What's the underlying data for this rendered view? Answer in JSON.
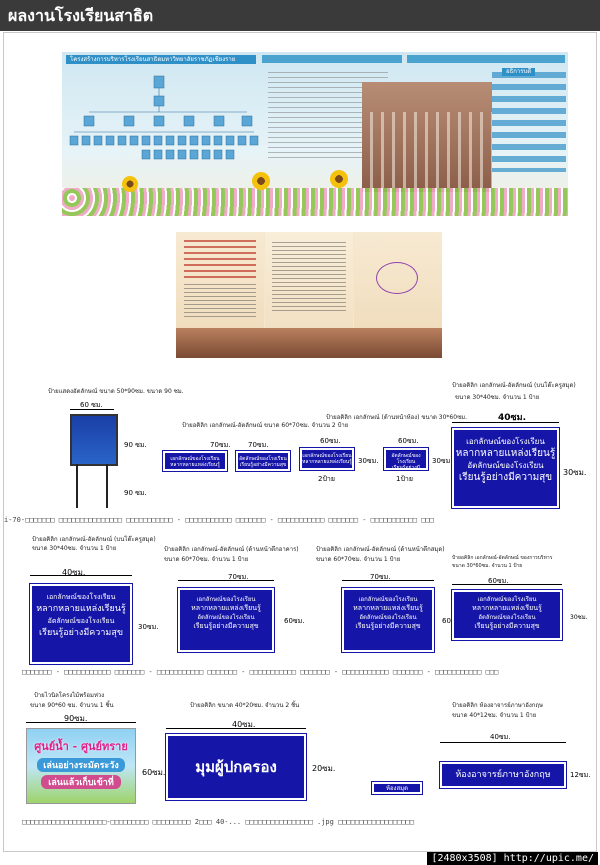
{
  "header": {
    "title": "ผลงานโรงเรียนสาธิต"
  },
  "poster": {
    "left_title": "โครงสร้างการบริหารโรงเรียนสาธิตมหาวิทยาลัยราชภัฏเชียงราย",
    "right_label": "อธิการบดี"
  },
  "sign_big": {
    "caption": "ป้ายอคิลิก เอกลักษณ์-อัตลักษณ์ (บนโต๊ะครูสมุด)",
    "size": "ขนาด 30*40ซม. จำนวน 1 ป้าย",
    "width": "40ซม.",
    "height": "30ซม.",
    "line1": "เอกลักษณ์ของโรงเรียน",
    "line2": "หลากหลายแหล่งเรียนรู้",
    "line3": "อัตลักษณ์ของโรงเรียน",
    "line4": "เรียนรู้อย่างมีความสุข"
  },
  "stand": {
    "caption": "ป้ายแสดงอัตลักษณ์ ขนาด 50*90ซม. ขนาด 90 ซม.",
    "w": "60 ซม.",
    "h1": "90 ซม.",
    "h2": "90 ซม."
  },
  "small_row": {
    "s1_w": "70ซม.",
    "s2_w": "70ซม.",
    "s3_w": "60ซม.",
    "s4_w": "60ซม.",
    "s3_h": "30ซม.",
    "s4_h": "30ซม.",
    "count": "2ป้าย",
    "count2": "1ป้าย"
  },
  "garble1": "i-70-□□□□□□□ □□□□□□□□□□□□□□□ □□□□□□□□□□□ - □□□□□□□□□□□ □□□□□□□ - □□□□□□□□□□□ □□□□□□□ - □□□□□□□□□□□ □□□",
  "row3": {
    "s1_caption": "ป้ายอคิลิก เอกลักษณ์-อัตลักษณ์ (บนโต๊ะครูสมุด)",
    "s1_size": "ขนาด 30*40ซม. จำนวน 1 ป้าย",
    "s1_w": "40ซม.",
    "s1_h": "30ซม.",
    "s2_caption": "ป้ายอคิลิก เอกลักษณ์-อัตลักษณ์ (ด้านหน้าตึกอาคาร)",
    "s2_size": "ขนาด 60*70ซม. จำนวน 1 ป้าย",
    "s2_w": "70ซม.",
    "s2_h": "60ซม.",
    "s3_caption": "ป้ายอคิลิก เอกลักษณ์-อัตลักษณ์ (ด้านหน้าตึกสมุด)",
    "s3_size": "ขนาด 60*70ซม. จำนวน 1 ป้าย",
    "s3_w": "70ซม.",
    "s3_h": "60ซม.",
    "s4_w": "60ซม.",
    "s4_h": "30ซม."
  },
  "garble2": "□□□□□□□ - □□□□□□□□□□□ □□□□□□□ - □□□□□□□□□□□ □□□□□□□ - □□□□□□□□□□□ □□□□□□□ - □□□□□□□□□□□ □□□□□□□ - □□□□□□□□□□□ □□□",
  "row4": {
    "a_caption": "ป้ายไวนิลโครงไม้พร้อมห่วง",
    "a_size": "ขนาด 90*60 ซม. จำนวน 1 ชิ้น",
    "a_w": "90ซม.",
    "a_h": "60ซม.",
    "a_line1": "ศูนย์น้ำ - ศูนย์ทราย",
    "a_line2": "เล่นอย่างระมัดระวัง",
    "a_line3": "เล่นแล้วเก็บเข้าที่",
    "b_caption": "ป้ายอคิลิก ขนาด 40*20ซม. จำนวน 2 ชิ้น",
    "b_w": "40ซม.",
    "b_h": "20ซม.",
    "b_text": "มุมผู้ปกครอง",
    "c_caption": "ป้ายอคิลิก ห้องอาจารย์ภาษาอังกฤษ",
    "c_size": "ขนาด 40*12ซม. จำนวน 1 ป้าย",
    "c_w": "40ซม.",
    "c_h": "12ซม.",
    "c_text": "ห้องอาจารย์ภาษาอังกฤษ",
    "d_text": "ห้องสมุด"
  },
  "garble3": "□□□□□□□□□□□□□□□□□□□□-□□□□□□□□□ □□□□□□□□□ 2□□□ 40-... □□□□□□□□□□□□□□□□ .jpg □□□□□□□□□□□□□□□□□□",
  "footer": "[2480x3508] http://upic.me/",
  "colors": {
    "sign_blue": "#1515a8",
    "header_bg": "#3a3a3a"
  }
}
